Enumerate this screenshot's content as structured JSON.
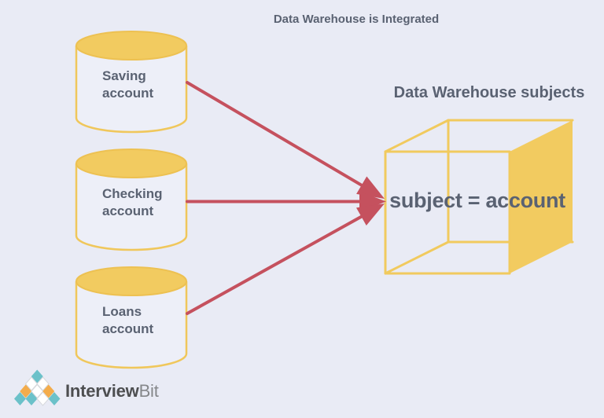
{
  "titles": {
    "main": "Data Warehouse is Integrated",
    "subjects_heading": "Data Warehouse subjects",
    "cube_label": "subject = account"
  },
  "cylinders": [
    {
      "name": "saving-account",
      "lines": [
        "Saving",
        "account"
      ]
    },
    {
      "name": "checking-account",
      "lines": [
        "Checking",
        "account"
      ]
    },
    {
      "name": "loans-account",
      "lines": [
        "Loans",
        "account"
      ]
    }
  ],
  "logo": {
    "brand_bold": "Interview",
    "brand_light": "Bit",
    "diamond_colors": [
      "#6BC1C9",
      "#FFFFFF",
      "#FFFFFF",
      "#F3AC4B",
      "#FFFFFF",
      "#F3AC4B",
      "#6BC1C9",
      "#6BC1C9",
      "#FFFFFF",
      "#6BC1C9"
    ]
  },
  "colors": {
    "background": "#E9EBF5",
    "yellow": "#F2CB60",
    "cylinder_body": "#EDEFF8",
    "arrow_red": "#C5515E",
    "text_slate": "#5A6272",
    "logo_teal": "#6BC1C9",
    "logo_orange": "#F3AC4B",
    "logo_dark": "#4D4E50",
    "logo_gray": "#85878A"
  }
}
